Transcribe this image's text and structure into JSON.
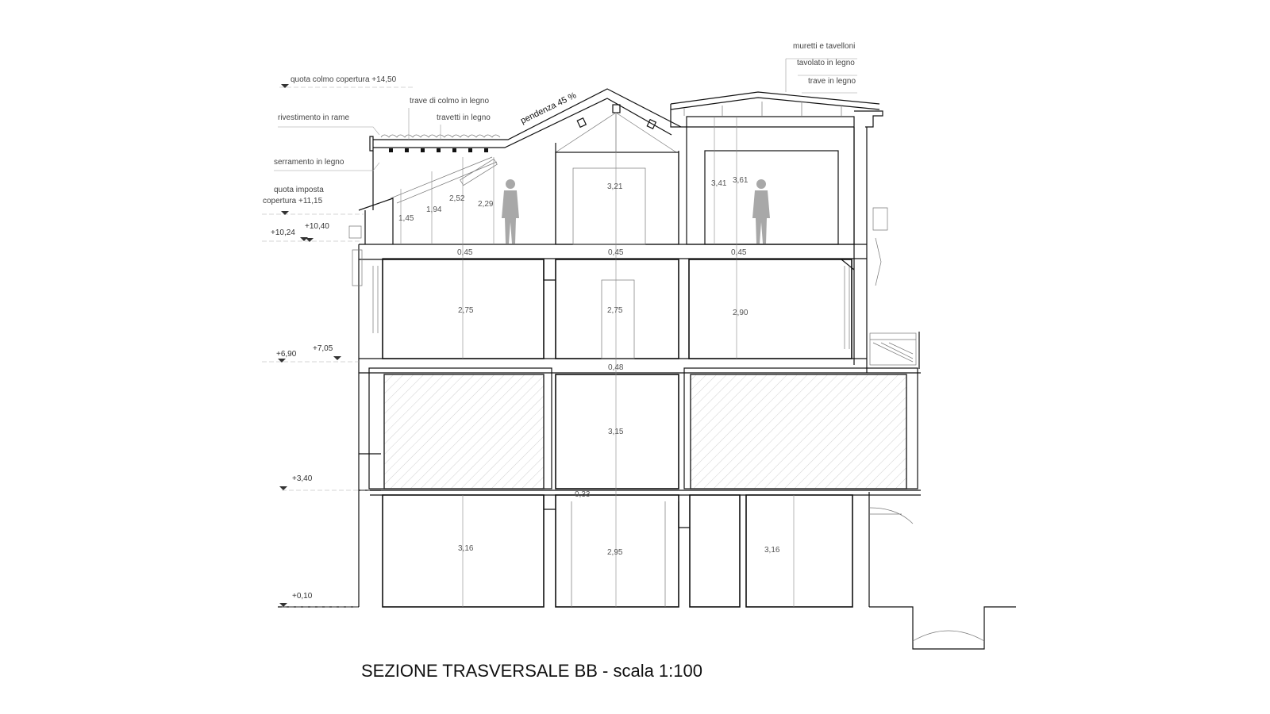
{
  "title": "SEZIONE TRASVERSALE  BB - scala 1:100",
  "annotations": {
    "left": [
      {
        "text": "quota colmo copertura +14,50"
      },
      {
        "text": "rivestimento in rame"
      },
      {
        "text": "serramento in legno"
      },
      {
        "text": "quota imposta"
      },
      {
        "text": "copertura +11,15"
      }
    ],
    "top": [
      {
        "text": "trave di colmo in legno"
      },
      {
        "text": "travetti in legno"
      }
    ],
    "right": [
      {
        "text": "muretti e tavelloni"
      },
      {
        "text": "tavolato in legno"
      },
      {
        "text": "trave in legno"
      }
    ],
    "slope": "pendenza 45 %"
  },
  "elevations": [
    "+10,40",
    "+10,24",
    "+7,05",
    "+6,90",
    "+3,40",
    "+0,10"
  ],
  "dimensions": {
    "attic_slope": [
      "1,45",
      "1,94",
      "2,52",
      "2,29"
    ],
    "attic": [
      "3,21",
      "3,41",
      "3,61"
    ],
    "slabs_top": [
      "0,45",
      "0,45",
      "0,45"
    ],
    "second_floor": [
      "2,75",
      "2,75",
      "2,90"
    ],
    "slab_mid": "0,48",
    "first_floor": "3,15",
    "slab_low": "0,33",
    "ground_floor": [
      "3,16",
      "2,95",
      "3,16"
    ]
  }
}
